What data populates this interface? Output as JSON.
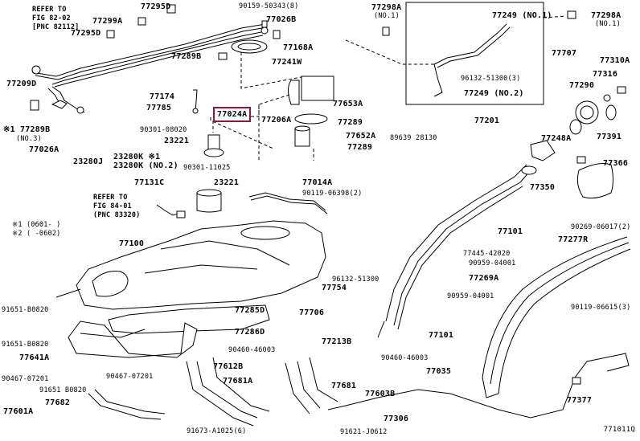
{
  "diagram": {
    "title": "Fuel Tank & Tube parts diagram",
    "figure_id": "771011Q",
    "highlight_color": "#8b1a3a",
    "highlighted_part": "77024A",
    "notes": {
      "n1": "※1  (0601-      )",
      "n2": "※2  (      -0602)"
    },
    "references": [
      {
        "l1": "REFER TO",
        "l2": "FIG 82-02",
        "l3": "[PNC 82112]"
      },
      {
        "l1": "REFER TO",
        "l2": "FIG 84-01",
        "l3": "(PNC 83320)"
      }
    ],
    "labels": {
      "p77295D_a": "77295D",
      "p77299A": "77299A",
      "p77295D_b": "77295D",
      "p77209D": "77209D",
      "p77289B_n3": "※1 77289B",
      "p77289B_n3_sub": "(NO.3)",
      "p77026A": "77026A",
      "p90159": "90159-50343(8)",
      "p77026B": "77026B",
      "p77168A": "77168A",
      "p77289B": "77289B",
      "p77241W": "77241W",
      "p77174": "77174",
      "p77785": "77785",
      "p77024A": "77024A",
      "p77206A": "77206A",
      "p90301_08020": "90301-08020",
      "p23221_a": "23221",
      "p23280K_1": "23280K ※1",
      "p23280K_2": "23280K (NO.2)",
      "p23280J": "23280J",
      "p90301_11025": "90301-11025",
      "p23221_b": "23221",
      "p77131C": "77131C",
      "p77298A_l": "77298A",
      "p77298A_l_sub": "(NO.1)",
      "p77249_1": "77249 (NO.1)",
      "p96132_3": "96132-51300(3)",
      "p77249_2": "77249 (NO.2)",
      "p77707": "77707",
      "p77298A_r": "77298A",
      "p77298A_r_sub": "(NO.1)",
      "p77653A": "77653A",
      "p77289_a": "77289",
      "p77652A": "77652A",
      "p77289_b": "77289",
      "p77310A": "77310A",
      "p77316": "77316",
      "p77290": "77290",
      "p77391": "77391",
      "p77201": "77201",
      "p89639": "89639",
      "p28130": "28130",
      "p77248A": "77248A",
      "p77366": "77366",
      "p77350": "77350",
      "p77014A": "77014A",
      "p90119_06398": "90119-06398(2)",
      "p90269": "90269-06017(2)",
      "p77101_a": "77101",
      "p77277R": "77277R",
      "p77445": "77445-42020",
      "p90959_a": "90959-04001",
      "p77269A": "77269A",
      "p90959_b": "90959-04001",
      "p77101_b": "77101",
      "p90119_06615": "90119-06615(3)",
      "p77100": "77100",
      "p96132_b": "96132-51300",
      "p77754": "77754",
      "p77285D": "77285D",
      "p77706": "77706",
      "p77286D": "77286D",
      "p77213B": "77213B",
      "p90460_a": "90460-46003",
      "p90460_b": "90460-46003",
      "p91651_a": "91651-B0820",
      "p91651_b": "91651-B0820",
      "p77641A": "77641A",
      "p90467_a": "90467-07201",
      "p90467_b": "90467-07201",
      "p91651_c": "91651 B0820",
      "p77682": "77682",
      "p77601A": "77601A",
      "p77612B": "77612B",
      "p77681A": "77681A",
      "p91673": "91673-A1025(6)",
      "p77681": "77681",
      "p77603B": "77603B",
      "p77035": "77035",
      "p77306": "77306",
      "p91621": "91621-J0612",
      "p77377": "77377"
    }
  }
}
